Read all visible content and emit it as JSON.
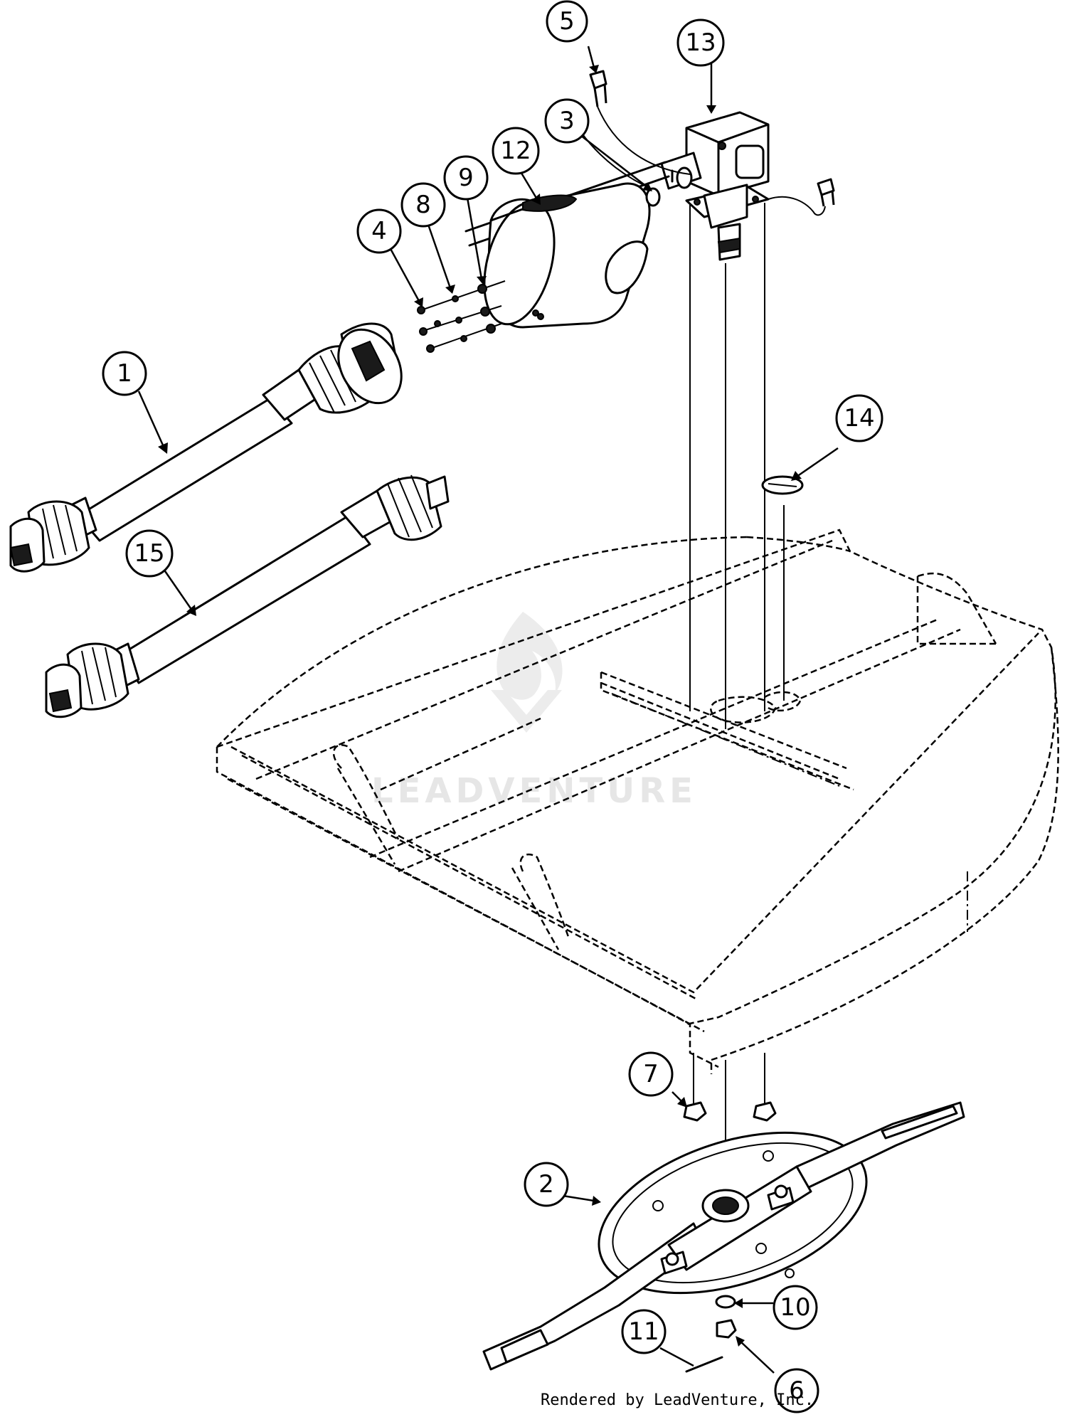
{
  "callouts": [
    {
      "id": "1",
      "label": "1"
    },
    {
      "id": "2",
      "label": "2"
    },
    {
      "id": "3",
      "label": "3"
    },
    {
      "id": "4",
      "label": "4"
    },
    {
      "id": "5",
      "label": "5"
    },
    {
      "id": "6",
      "label": "6"
    },
    {
      "id": "7",
      "label": "7"
    },
    {
      "id": "8",
      "label": "8"
    },
    {
      "id": "9",
      "label": "9"
    },
    {
      "id": "10",
      "label": "10"
    },
    {
      "id": "11",
      "label": "11"
    },
    {
      "id": "12",
      "label": "12"
    },
    {
      "id": "13",
      "label": "13"
    },
    {
      "id": "14",
      "label": "14"
    },
    {
      "id": "15",
      "label": "15"
    }
  ],
  "watermark": {
    "text": "LEADVENTURE"
  },
  "footer": {
    "credit": "Rendered by LeadVenture, Inc."
  }
}
